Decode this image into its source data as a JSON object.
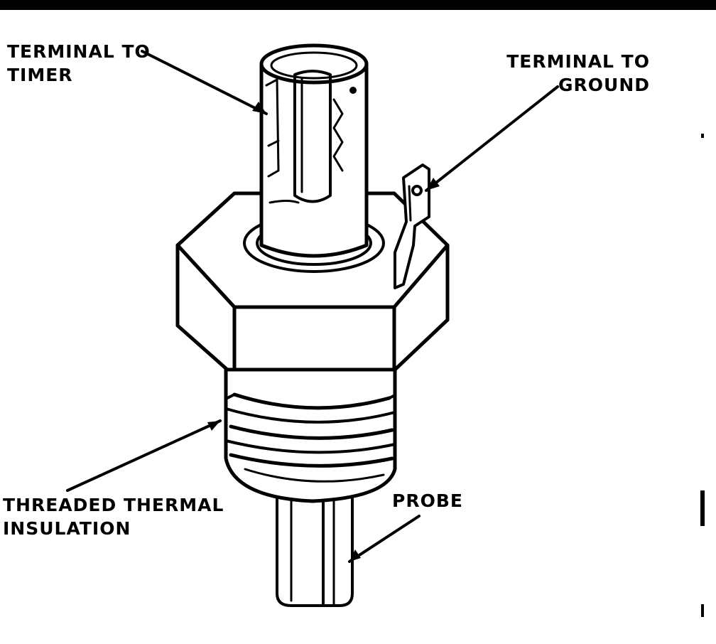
{
  "labels": {
    "terminal_to_timer": "TERMINAL TO\nTIMER",
    "terminal_to_ground": "TERMINAL TO\nGROUND",
    "threaded_thermal_insulation": "THREADED THERMAL\nINSULATION",
    "probe": "PROBE"
  },
  "colors": {
    "ink": "#000000",
    "paper": "#ffffff"
  }
}
